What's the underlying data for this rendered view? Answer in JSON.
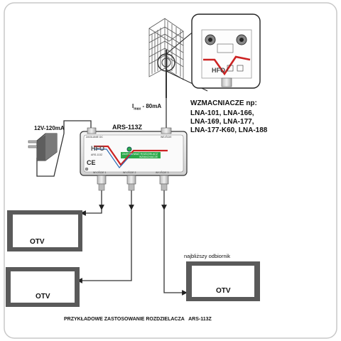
{
  "power_supply_label": "12V-120mA",
  "splitter_model": "ARS-113Z",
  "current_label": {
    "main": "I",
    "sub": "max",
    "rest": " - 80mA"
  },
  "brand_logo": "HFO",
  "amplifiers": {
    "heading": "WZMACNIACZE np:",
    "lines": [
      "LNA-101, LNA-166,",
      "LNA-169, LNA-177,",
      "LNA-177-K60, LNA-188"
    ]
  },
  "tv_label": "OTV",
  "nearest_receiver_label": "najbliższy odbiornik",
  "caption": "PRZYKŁADOWE ZASTOSOWANIE ROZDZIELACZA   ARS-113Z",
  "splitter_panel": {
    "power_in": "ZASILANIE DC",
    "antenna_in": "WEJŚCIE",
    "strip_text": "ZASTOSOWAĆ ROZDZIELACZ",
    "strip_sub": "WZMACNIACZE",
    "model_small": "ARS-113Z",
    "outputs": [
      "WYJŚCIE 1",
      "WYJŚCIE 2",
      "WYJŚCIE 3"
    ]
  },
  "colors": {
    "accent": "#cc2222",
    "strip": "#2ca84a",
    "frame": "#4a4a4a"
  }
}
